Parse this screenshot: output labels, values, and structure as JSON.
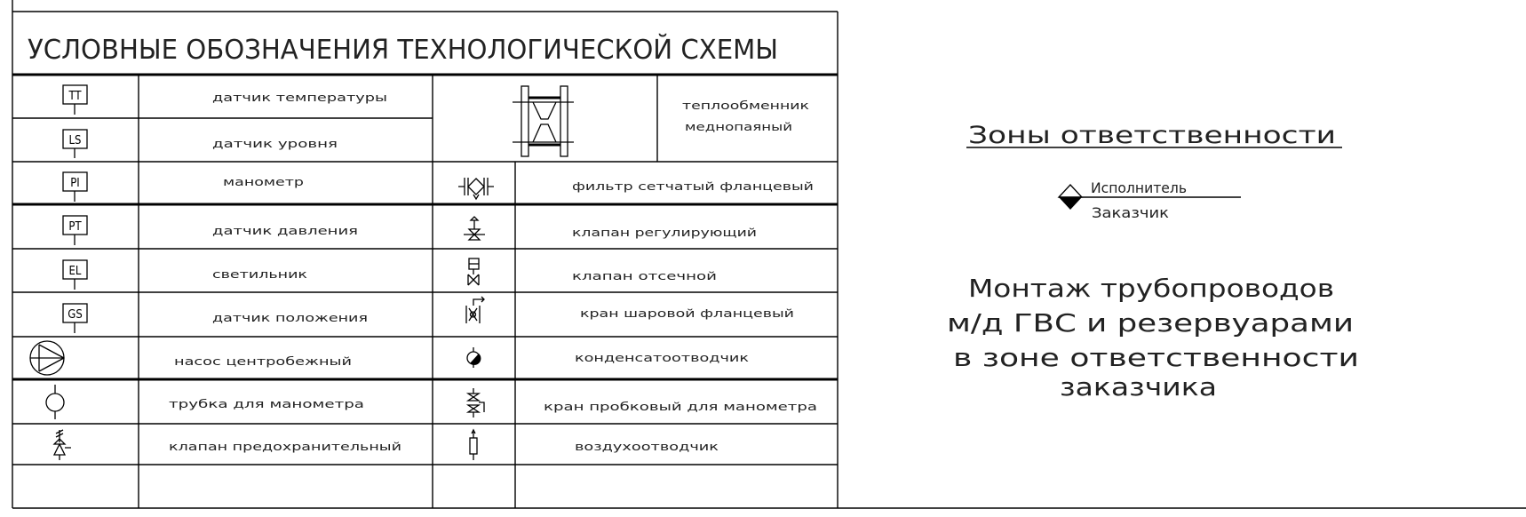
{
  "legend": {
    "title": "УСЛОВНЫЕ ОБОЗНАЧЕНИЯ ТЕХНОЛОГИЧЕСКОЙ СХЕМЫ",
    "left_items": [
      {
        "symbol": "TT",
        "label": "датчик температуры"
      },
      {
        "symbol": "LS",
        "label": "датчик уровня"
      },
      {
        "symbol": "PI",
        "label": "манометр"
      },
      {
        "symbol": "PT",
        "label": "датчик давления"
      },
      {
        "symbol": "EL",
        "label": "светильник"
      },
      {
        "symbol": "GS",
        "label": "датчик положения"
      },
      {
        "symbol": "pump-icon",
        "label": "насос центробежный"
      },
      {
        "symbol": "gauge-tube-icon",
        "label": "трубка для манометра"
      },
      {
        "symbol": "safety-valve-icon",
        "label": "клапан предохранительный"
      }
    ],
    "right_items": [
      {
        "symbol": "heat-exchanger-icon",
        "label_line1": "теплообменник",
        "label_line2": "меднопаяный"
      },
      {
        "symbol": "strainer-icon",
        "label": "фильтр сетчатый фланцевый"
      },
      {
        "symbol": "control-valve-icon",
        "label": "клапан регулирующий"
      },
      {
        "symbol": "shutoff-valve-icon",
        "label": "клапан отсечной"
      },
      {
        "symbol": "ball-valve-icon",
        "label": "кран шаровой фланцевый"
      },
      {
        "symbol": "steam-trap-icon",
        "label": "конденсатоотводчик"
      },
      {
        "symbol": "plug-valve-icon",
        "label": "кран пробковый для манометра"
      },
      {
        "symbol": "air-vent-icon",
        "label": "воздухоотводчик"
      }
    ]
  },
  "zones": {
    "title": "Зоны ответственности",
    "upper_label": "Исполнитель",
    "lower_label": "Заказчик"
  },
  "note": {
    "lines": [
      "Монтаж трубопроводов",
      "м/д ГВС и резервуарами",
      "в зоне ответственности",
      "заказчика"
    ]
  }
}
